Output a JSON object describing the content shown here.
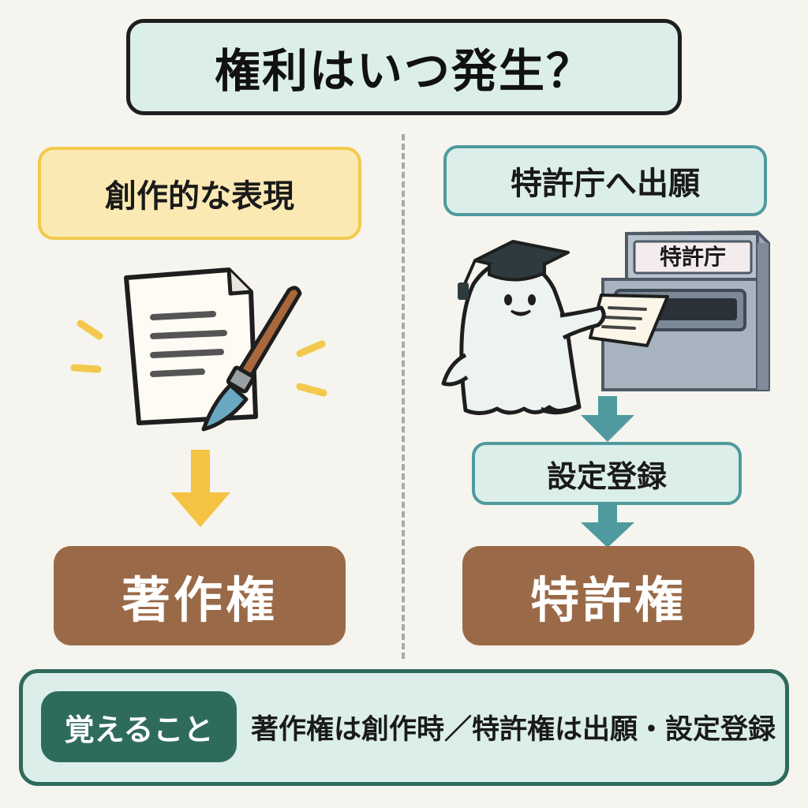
{
  "title": "権利はいつ発生？",
  "left": {
    "label": "創作的な表現",
    "result": "著作権"
  },
  "right": {
    "label": "特許庁へ出願",
    "office_sign": "特許庁",
    "registration": "設定登録",
    "result": "特許権"
  },
  "memo": {
    "badge": "覚えること",
    "text": "著作権は創作時／特許権は出願・設定登録"
  },
  "colors": {
    "yellow_accent": "#f2c94c",
    "teal_accent": "#4f9a9e",
    "brown_result": "#9a6a48",
    "dark_green": "#2e6b5c",
    "mint_fill": "#dceee9"
  },
  "icons": [
    "document-icon",
    "paintbrush-icon",
    "sparkle-icon",
    "ghost-mascot-icon",
    "graduation-cap-icon",
    "mailbox-icon",
    "arrow-down-icon"
  ]
}
